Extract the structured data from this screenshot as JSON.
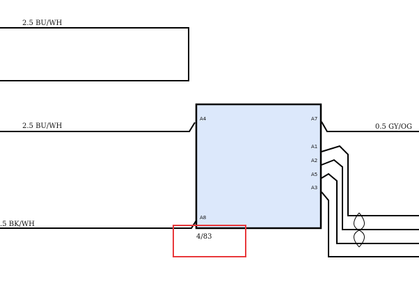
{
  "wires": {
    "top": "2.5 BU/WH",
    "middle_left": "2.5 BU/WH",
    "bottom_left": ".5 BK/WH",
    "right_top": "0.5 GY/OG"
  },
  "module": {
    "fill_color": "#dce8fb",
    "pins": {
      "a4": "A4",
      "a7": "A7",
      "a1": "A1",
      "a2": "A2",
      "a5": "A5",
      "a3": "A3",
      "a8": "A8"
    }
  },
  "reference": {
    "text": "4/83",
    "highlight_color": "#e8383b"
  }
}
